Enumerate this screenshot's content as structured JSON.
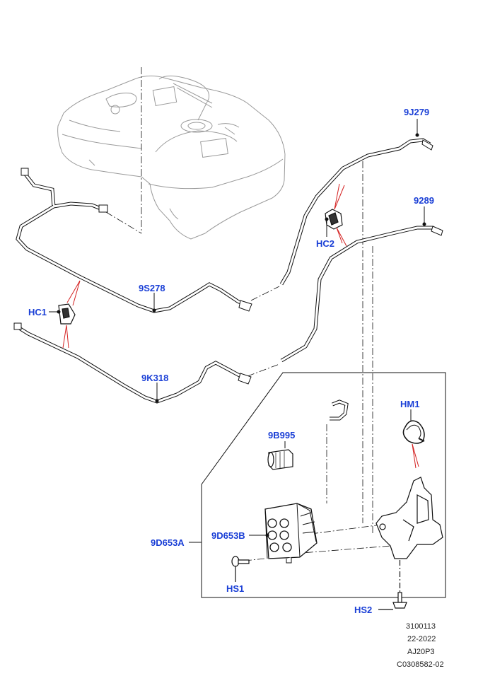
{
  "theme": {
    "label_color": "#1a3fd6",
    "line_color": "#111111",
    "ghost_color": "#9a9a9a",
    "leader_color": "#d42020"
  },
  "callouts": {
    "9j279": "9J279",
    "9289": "9289",
    "hc2": "HC2",
    "9s278": "9S278",
    "hc1": "HC1",
    "9k318": "9K318",
    "hm1": "HM1",
    "9b995": "9B995",
    "9d653a": "9D653A",
    "9d653b": "9D653B",
    "hs1": "HS1",
    "hs2": "HS2"
  },
  "reference": {
    "number": "3100113",
    "date": "22-2022",
    "model": "AJ20P3",
    "catalogue": "C0308582-02"
  }
}
